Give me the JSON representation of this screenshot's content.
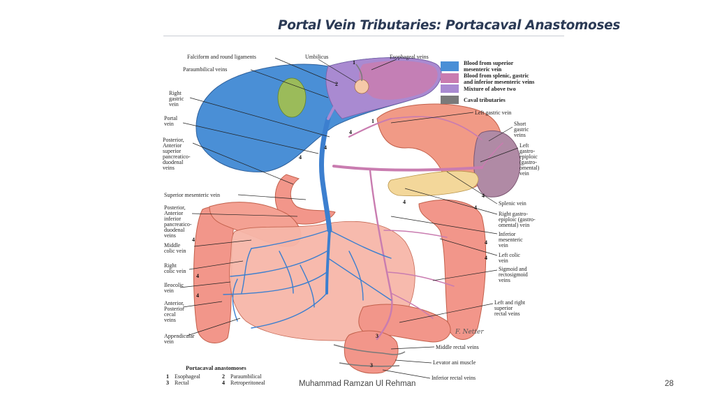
{
  "slide": {
    "title": "Portal Vein Tributaries: Portacaval Anastomoses",
    "author": "Muhammad Ramzan Ul Rehman",
    "page_number": "28"
  },
  "colors": {
    "superior_mesenteric": "#4a8fd6",
    "splenic_inferior": "#c97cb0",
    "mixture": "#a98ad1",
    "caval": "#7a7a7a",
    "liver": "#4a8fd6",
    "gallbladder": "#9bbb5a",
    "stomach": "#f19a86",
    "spleen": "#b08aa5",
    "pancreas": "#f3d79a",
    "intestine": "#f2968a"
  },
  "legend": [
    {
      "lines": [
        "Blood from superior",
        "mesenteric vein"
      ],
      "color_key": "superior_mesenteric"
    },
    {
      "lines": [
        "Blood from splenic, gastric",
        "and inferior mesenteric veins"
      ],
      "color_key": "splenic_inferior"
    },
    {
      "lines": [
        "Mixture of above two"
      ],
      "color_key": "mixture"
    },
    {
      "lines": [
        "Caval tributaries"
      ],
      "color_key": "caval"
    }
  ],
  "labels_top": {
    "falciform": "Falciform and round ligaments",
    "umbilicus": "Umbilicus",
    "esophageal": "Esophageal veins"
  },
  "labels_left": {
    "paraumbilical": [
      "Paraumbilical veins"
    ],
    "right_gastric": [
      "Right",
      "gastric",
      "vein"
    ],
    "portal": [
      "Portal",
      "vein"
    ],
    "post_ant_sup": [
      "Posterior,",
      "Anterior",
      "superior",
      "pancreatico-",
      "duodenal",
      "veins"
    ],
    "sup_mesenteric": [
      "Superior mesenteric vein"
    ],
    "post_ant_inf": [
      "Posterior,",
      "Anterior",
      "inferior",
      "pancreatico-",
      "duodenal",
      "veins"
    ],
    "middle_colic": [
      "Middle",
      "colic vein"
    ],
    "right_colic": [
      "Right",
      "colic vein"
    ],
    "ileocolic": [
      "Ileocolic",
      "vein"
    ],
    "cecal": [
      "Anterior,",
      "Posterior",
      "cecal",
      "veins"
    ],
    "appendicular": [
      "Appendicular",
      "vein"
    ]
  },
  "labels_right": {
    "left_gastric": [
      "Left gastric vein"
    ],
    "short_gastric": [
      "Short",
      "gastric",
      "veins"
    ],
    "left_gastroepiploic": [
      "Left",
      "gastro-",
      "epiploic",
      "(gastro-",
      "omental)",
      "vein"
    ],
    "splenic": [
      "Splenic vein"
    ],
    "right_gastroepiploic": [
      "Right gastro-",
      "epiploic (gastro-",
      "omental) vein"
    ],
    "inferior_mesenteric": [
      "Inferior",
      "mesenteric",
      "vein"
    ],
    "left_colic": [
      "Left colic",
      "vein"
    ],
    "sigmoid": [
      "Sigmoid and",
      "rectosigmoid",
      "veins"
    ],
    "superior_rectal": [
      "Left and right",
      "superior",
      "rectal veins"
    ]
  },
  "labels_bottom": {
    "middle_rectal": "Middle rectal veins",
    "levator_ani": "Levator ani muscle",
    "inferior_rectal": "Inferior rectal veins"
  },
  "signature": "F. Netter",
  "anastomoses": {
    "title": "Portacaval anastomoses",
    "items": [
      {
        "num": "1",
        "name": "Esophageal"
      },
      {
        "num": "2",
        "name": "Paraumbilical"
      },
      {
        "num": "3",
        "name": "Rectal"
      },
      {
        "num": "4",
        "name": "Retroperitoneal"
      }
    ]
  },
  "markers": {
    "one": "1",
    "two": "2",
    "three": "3",
    "four": "4"
  }
}
